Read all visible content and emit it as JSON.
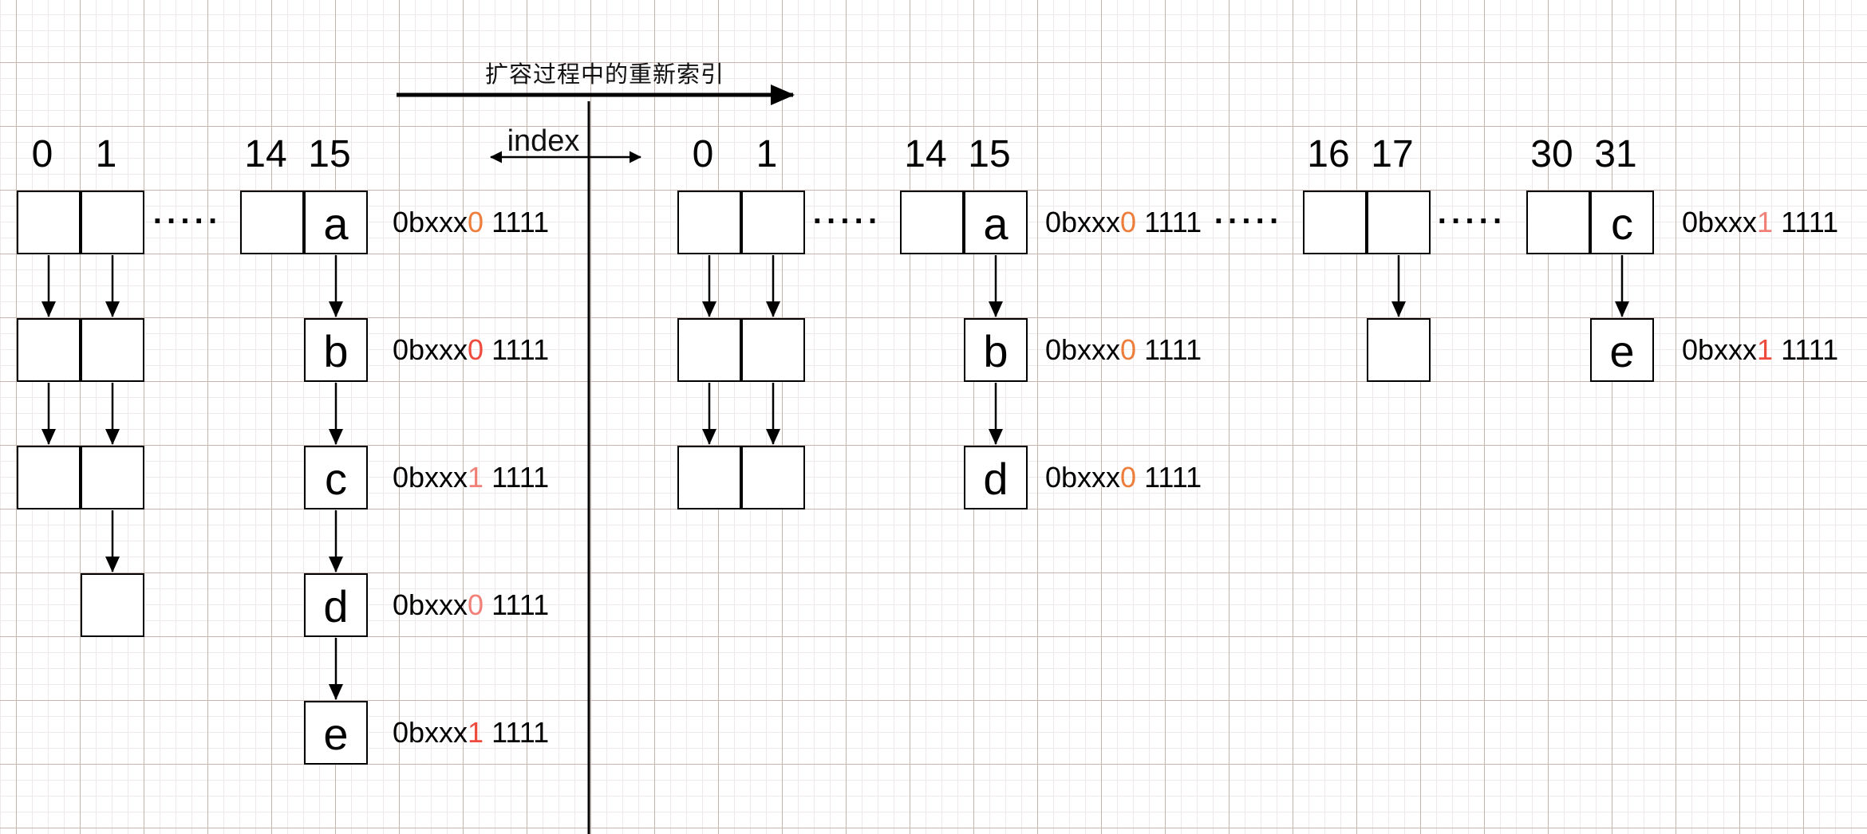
{
  "title": "扩容过程中的重新索引",
  "index_axis_label": "index",
  "ellipsis": "·····",
  "colors": {
    "highlight_orange": "#ED7D3B",
    "highlight_red": "#EE4A3E",
    "highlight_salmon": "#F08078",
    "stroke": "#000000",
    "grid_minor": "#efe9e9",
    "grid_major": "#c9b4b0"
  },
  "tables": [
    {
      "name": "before-resize",
      "columns": [
        {
          "header": "0",
          "chain": [
            {
              "letter": ""
            },
            {
              "letter": ""
            },
            {
              "letter": ""
            }
          ]
        },
        {
          "header": "1",
          "chain": [
            {
              "letter": ""
            },
            {
              "letter": ""
            },
            {
              "letter": ""
            },
            {
              "letter": ""
            }
          ]
        },
        {
          "header": "14",
          "chain": [
            {
              "letter": ""
            }
          ]
        },
        {
          "header": "15",
          "chain": [
            {
              "letter": "a",
              "label": {
                "pre": "0bxxx",
                "bit": "0",
                "post": " 1111",
                "bit_color": "#ED7D3B"
              }
            },
            {
              "letter": "b",
              "label": {
                "pre": "0bxxx",
                "bit": "0",
                "post": " 1111",
                "bit_color": "#EE4A3E"
              }
            },
            {
              "letter": "c",
              "label": {
                "pre": "0bxxx",
                "bit": "1",
                "post": " 1111",
                "bit_color": "#F08078"
              }
            },
            {
              "letter": "d",
              "label": {
                "pre": "0bxxx",
                "bit": "0",
                "post": " 1111",
                "bit_color": "#F08078"
              }
            },
            {
              "letter": "e",
              "label": {
                "pre": "0bxxx",
                "bit": "1",
                "post": " 1111",
                "bit_color": "#EE4A3E"
              }
            }
          ]
        }
      ]
    },
    {
      "name": "after-resize",
      "columns": [
        {
          "header": "0",
          "chain": [
            {
              "letter": ""
            },
            {
              "letter": ""
            },
            {
              "letter": ""
            }
          ]
        },
        {
          "header": "1",
          "chain": [
            {
              "letter": ""
            },
            {
              "letter": ""
            },
            {
              "letter": ""
            }
          ]
        },
        {
          "header": "14",
          "chain": [
            {
              "letter": ""
            }
          ]
        },
        {
          "header": "15",
          "chain": [
            {
              "letter": "a",
              "label": {
                "pre": "0bxxx",
                "bit": "0",
                "post": " 1111",
                "bit_color": "#ED7D3B"
              }
            },
            {
              "letter": "b",
              "label": {
                "pre": "0bxxx",
                "bit": "0",
                "post": " 1111",
                "bit_color": "#ED7D3B"
              }
            },
            {
              "letter": "d",
              "label": {
                "pre": "0bxxx",
                "bit": "0",
                "post": " 1111",
                "bit_color": "#ED7D3B"
              }
            }
          ]
        },
        {
          "header": "16",
          "chain": [
            {
              "letter": ""
            }
          ]
        },
        {
          "header": "17",
          "chain": [
            {
              "letter": ""
            },
            {
              "letter": ""
            }
          ]
        },
        {
          "header": "30",
          "chain": [
            {
              "letter": ""
            }
          ]
        },
        {
          "header": "31",
          "chain": [
            {
              "letter": "c",
              "label": {
                "pre": "0bxxx",
                "bit": "1",
                "post": " 1111",
                "bit_color": "#F08078"
              }
            },
            {
              "letter": "e",
              "label": {
                "pre": "0bxxx",
                "bit": "1",
                "post": " 1111",
                "bit_color": "#EE4A3E"
              }
            }
          ]
        }
      ]
    }
  ]
}
